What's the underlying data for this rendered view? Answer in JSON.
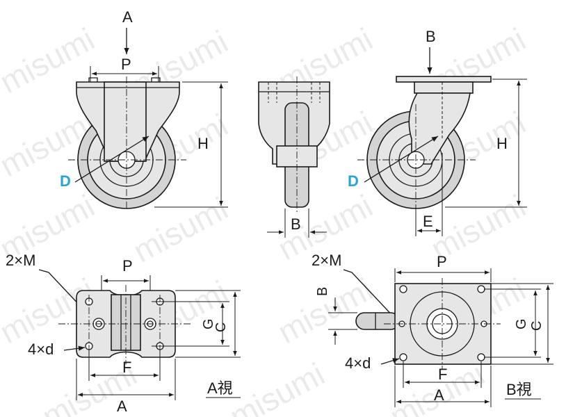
{
  "watermark": "misumi",
  "colors": {
    "accent": "#29a3dc",
    "line": "#1a1a1a",
    "body": "#e6e6e6"
  },
  "labels": {
    "A": "A",
    "B": "B",
    "P": "P",
    "H": "H",
    "D": "D",
    "E": "E",
    "F": "F",
    "G": "G",
    "C": "C",
    "M2": "2×M",
    "d4": "4×d",
    "viewA": "A視",
    "viewB": "B視"
  }
}
